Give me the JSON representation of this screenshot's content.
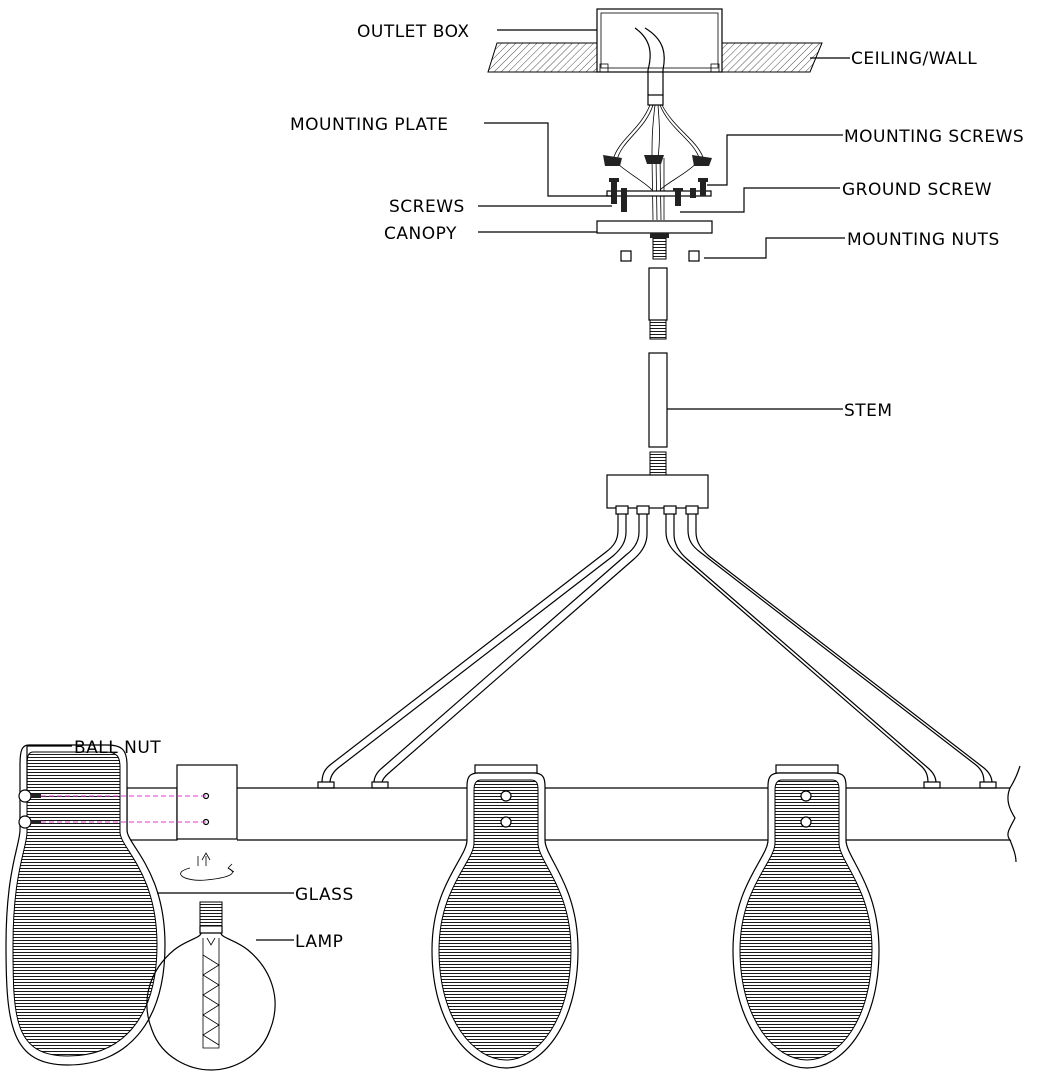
{
  "labels": {
    "outlet_box": "OUTLET BOX",
    "ceiling_wall": "CEILING/WALL",
    "mounting_plate": "MOUNTING PLATE",
    "mounting_screws": "MOUNTING SCREWS",
    "screws": "SCREWS",
    "ground_screw": "GROUND SCREW",
    "canopy": "CANOPY",
    "mounting_nuts": "MOUNTING NUTS",
    "stem": "STEM",
    "ball_nut": "BALL NUT",
    "glass": "GLASS",
    "lamp": "LAMP"
  },
  "colors": {
    "line": "#000000",
    "guide_dash": "#d23cd2",
    "background": "#ffffff"
  }
}
